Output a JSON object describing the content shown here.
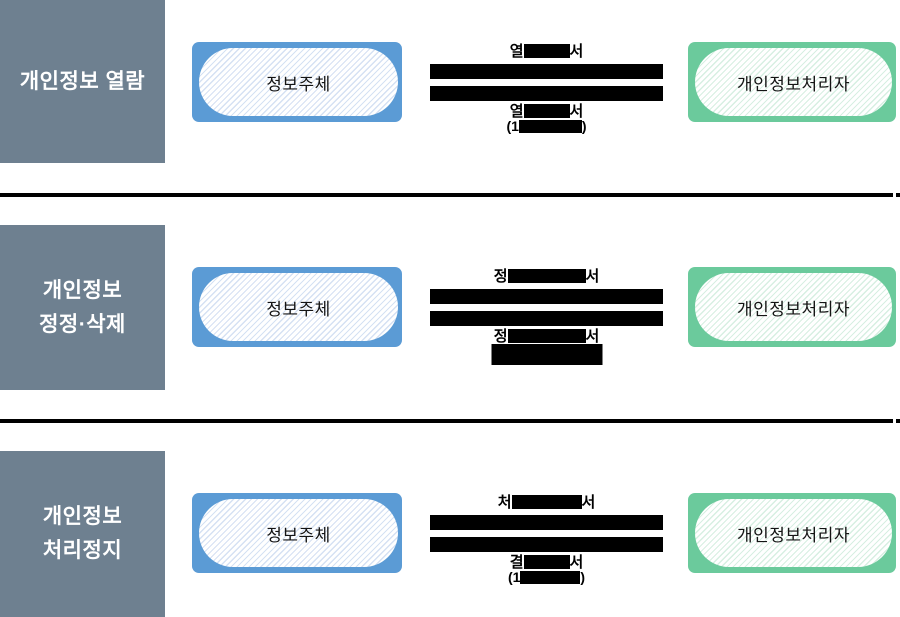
{
  "colors": {
    "row_label_bg": "#6e8090",
    "subject_border": "#5b9bd5",
    "processor_border": "#6bca9c",
    "subject_stripe": "#d5e1f3",
    "processor_stripe": "#d7efe2",
    "redaction": "#000000"
  },
  "rows": [
    {
      "id": "access",
      "label_lines": [
        "개인정보 열람"
      ],
      "subject_label": "정보주체",
      "processor_label": "개인정보처리자",
      "flow": {
        "request": {
          "prefix": "열",
          "suffix": "서"
        },
        "response": {
          "prefix": "열",
          "suffix": "서"
        },
        "note": {
          "prefix": "(1",
          "suffix": ")"
        }
      }
    },
    {
      "id": "correction-deletion",
      "label_lines": [
        "개인정보",
        "정정·삭제"
      ],
      "subject_label": "정보주체",
      "processor_label": "개인정보처리자",
      "flow": {
        "request": {
          "prefix": "정",
          "suffix": "서"
        },
        "response": {
          "prefix": "정",
          "suffix": "서"
        },
        "note": {
          "prefix": "",
          "suffix": ""
        }
      }
    },
    {
      "id": "processing-stop",
      "label_lines": [
        "개인정보",
        "처리정지"
      ],
      "subject_label": "정보주체",
      "processor_label": "개인정보처리자",
      "flow": {
        "request": {
          "prefix": "처",
          "suffix": "서"
        },
        "response": {
          "prefix": "결",
          "suffix": "서"
        },
        "note": {
          "prefix": "(1",
          "suffix": ")"
        }
      }
    }
  ]
}
